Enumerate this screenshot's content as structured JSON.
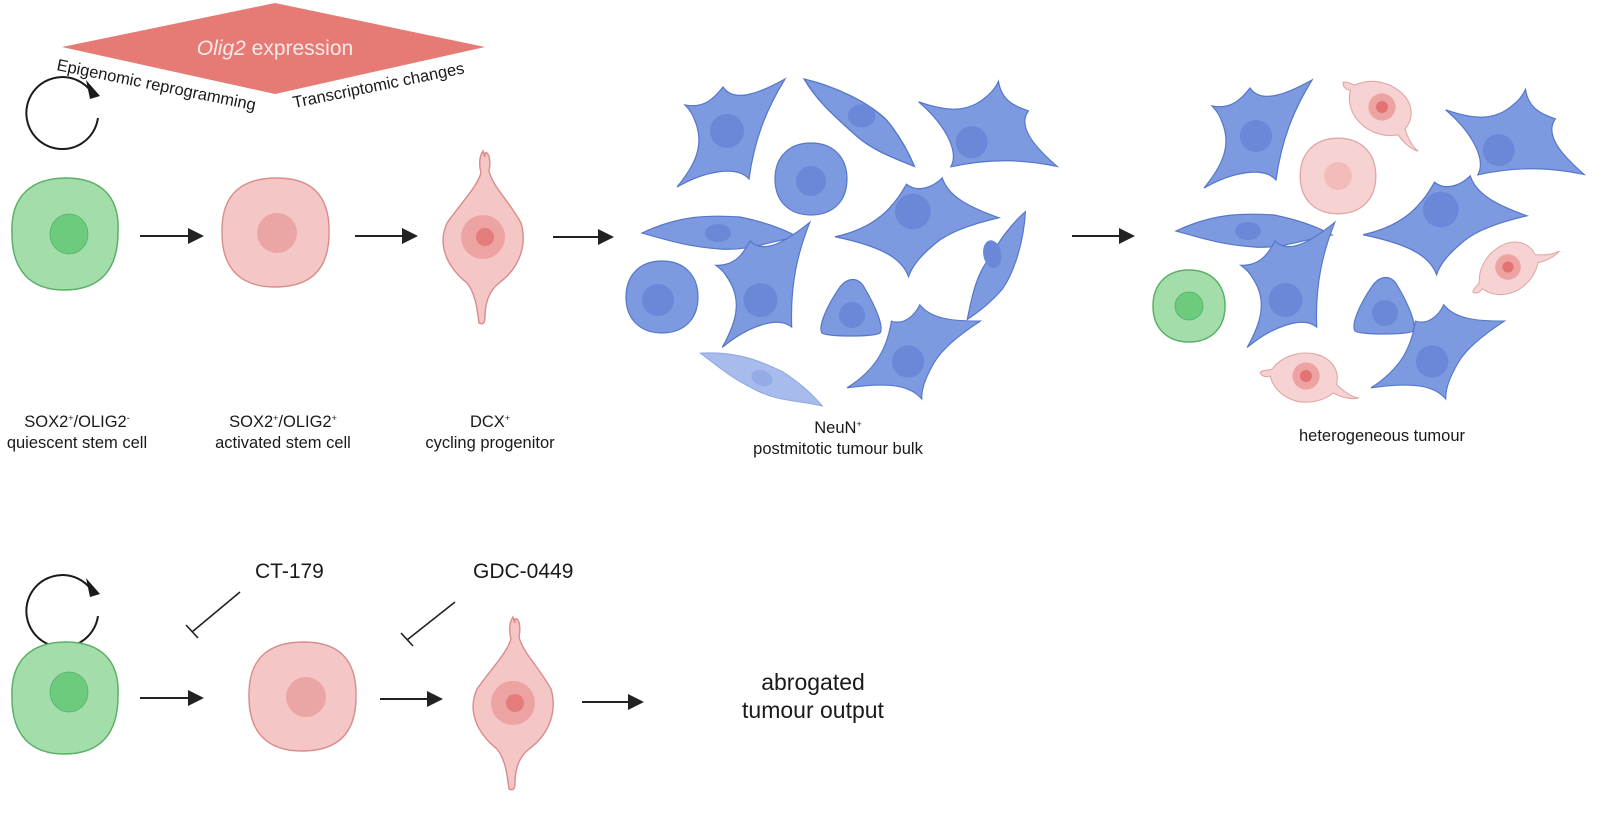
{
  "banner": {
    "title_italic": "Olig2",
    "title_rest": " expression",
    "left_caption": "Epigenomic reprogramming",
    "right_caption": "Transcriptomic changes",
    "color": "#e67b76"
  },
  "colors": {
    "stem_fill": "#a3deaa",
    "stem_stroke": "#5bb066",
    "stem_nucleus": "#6ccb7c",
    "activated_fill": "#f4c7c6",
    "activated_stroke": "#d98c8a",
    "activated_nucleus": "#eba5a4",
    "progenitor_inner": "#e88585",
    "neuron_fill": "#7d9ae0",
    "neuron_stroke": "#5677c9",
    "neuron_nucleus": "#6a87d8",
    "neuron_pale_fill": "#a7bcec",
    "arrow": "#222222"
  },
  "top_row": {
    "stages": [
      {
        "marker": "SOX2",
        "marker_sup": "+",
        "marker2": "/OLIG2",
        "marker2_sup": "-",
        "desc": "quiescent stem cell"
      },
      {
        "marker": "SOX2",
        "marker_sup": "+",
        "marker2": "/OLIG2",
        "marker2_sup": "+",
        "desc": "activated stem cell"
      },
      {
        "marker": "DCX",
        "marker_sup": "+",
        "marker2": "",
        "marker2_sup": "",
        "desc": "cycling progenitor"
      },
      {
        "marker": "NeuN",
        "marker_sup": "+",
        "marker2": "",
        "marker2_sup": "",
        "desc": "postmitotic tumour bulk"
      },
      {
        "marker": "",
        "marker_sup": "",
        "marker2": "",
        "marker2_sup": "",
        "desc": "heterogeneous tumour"
      }
    ]
  },
  "bottom_row": {
    "inhibitors": [
      "CT-179",
      "GDC-0449"
    ],
    "outcome_line1": "abrogated",
    "outcome_line2": "tumour output"
  }
}
